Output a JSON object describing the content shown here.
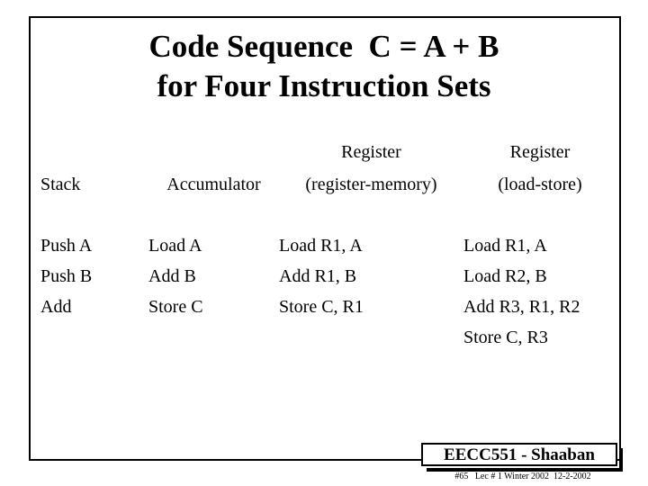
{
  "slide": {
    "title_lines": [
      "Code Sequence  C = A + B",
      "for Four Instruction Sets"
    ],
    "headers": {
      "top": [
        "",
        "",
        "Register",
        "Register"
      ],
      "bottom": [
        "Stack",
        "Accumulator",
        "(register-memory)",
        "(load-store)"
      ]
    },
    "columns": {
      "stack": [
        "Push A",
        "Push B",
        "Add",
        ""
      ],
      "accumulator": [
        "Load A",
        "Add B",
        "Store C",
        ""
      ],
      "register_memory": [
        "Load R1, A",
        "Add R1, B",
        "Store C, R1",
        ""
      ],
      "load_store": [
        "Load R1, A",
        "Load R2, B",
        "Add R3, R1, R2",
        "Store C, R3"
      ]
    },
    "footer": {
      "badge": "EECC551 - Shaaban",
      "note": "#65   Lec # 1 Winter 2002  12-2-2002"
    }
  }
}
